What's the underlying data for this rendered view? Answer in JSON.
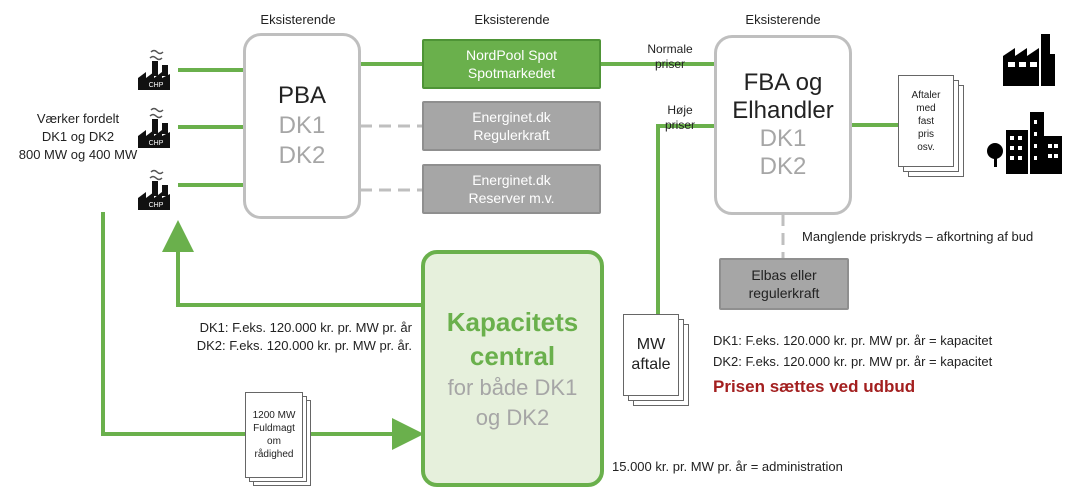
{
  "headers": {
    "left": "Eksisterende",
    "middle": "Eksisterende",
    "right": "Eksisterende"
  },
  "plants": {
    "icon_label": "CHP",
    "text_lines": [
      "Værker fordelt",
      "DK1 og DK2",
      "800 MW og 400 MW"
    ]
  },
  "pba": {
    "title": "PBA",
    "line2": "DK1",
    "line3": "DK2"
  },
  "nordpool": {
    "line1": "NordPool Spot",
    "line2": "Spotmarkedet"
  },
  "energinet1": {
    "line1": "Energinet.dk",
    "line2": "Regulerkraft"
  },
  "energinet2": {
    "line1": "Energinet.dk",
    "line2": "Reserver m.v."
  },
  "prices": {
    "normal_1": "Normale",
    "normal_2": "priser",
    "high_1": "Høje",
    "high_2": "priser"
  },
  "fba": {
    "line1": "FBA og",
    "line2": "Elhandler",
    "line3": "DK1",
    "line4": "DK2"
  },
  "agreements_doc": {
    "lines": [
      "Aftaler",
      "med",
      "fast",
      "pris",
      "osv."
    ]
  },
  "missing_cross": "Manglende priskryds – afkortning af bud",
  "elbas": {
    "line1": "Elbas eller",
    "line2": "regulerkraft"
  },
  "kapacitet": {
    "line1": "Kapacitets",
    "line2": "central",
    "line3": "for både DK1",
    "line4": "og DK2"
  },
  "payment_left": {
    "line1": "DK1: F.eks. 120.000 kr. pr. MW pr. år",
    "line2": "DK2: F.eks. 120.000 kr. pr. MW pr. år."
  },
  "mw_doc": {
    "line1": "MW",
    "line2": "aftale"
  },
  "payment_right": {
    "line1": "DK1: F.eks. 120.000 kr. pr. MW pr. år = kapacitet",
    "line2": "DK2: F.eks. 120.000 kr. pr. MW pr. år = kapacitet"
  },
  "price_tender": "Prisen sættes ved udbud",
  "proxy_doc": {
    "lines": [
      "1200 MW",
      "Fuldmagt",
      "om",
      "rådighed"
    ]
  },
  "admin_fee": "15.000 kr. pr. MW pr. år = administration",
  "colors": {
    "green": "#6ab04c",
    "grey": "#a6a6a6",
    "dark_red": "#a31f1f"
  }
}
